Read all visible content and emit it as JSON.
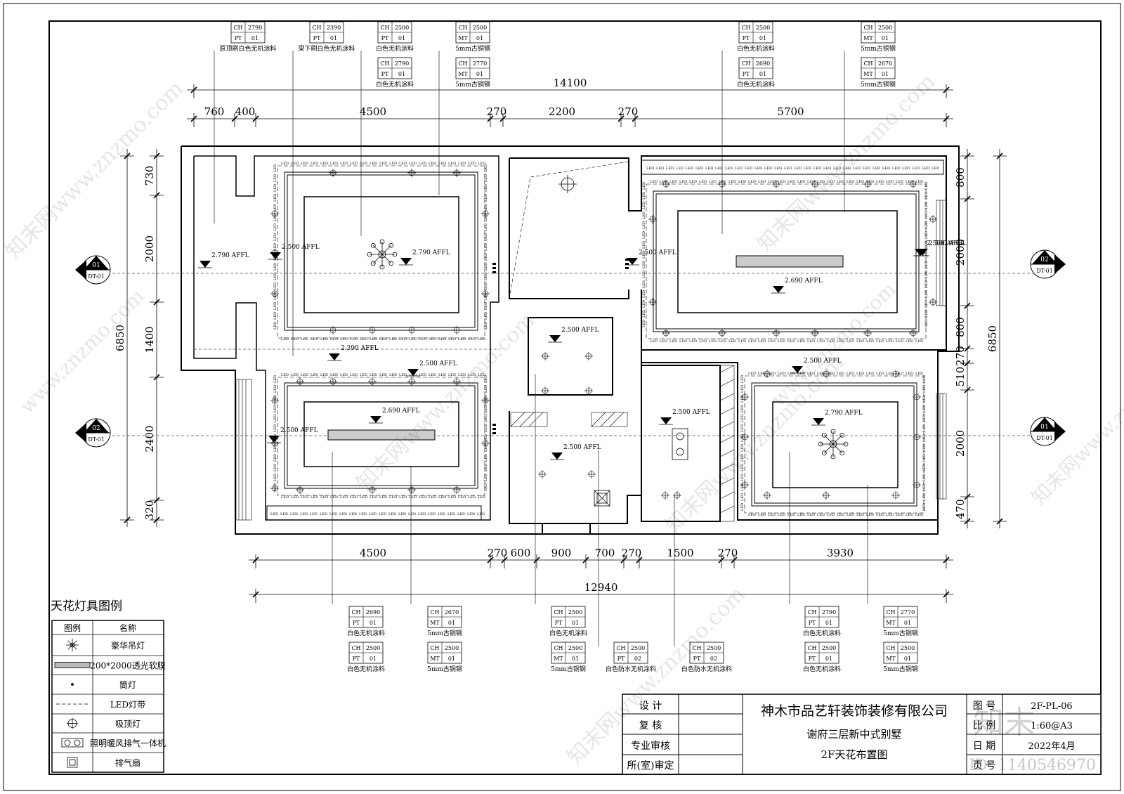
{
  "dimensions": {
    "top_total": "14100",
    "top_segments": [
      "760",
      "400",
      "4500",
      "270",
      "2200",
      "270",
      "5700"
    ],
    "bottom_segments": [
      "4500",
      "270",
      "600",
      "900",
      "700",
      "270",
      "1500",
      "270",
      "3930"
    ],
    "bottom_total": "12940",
    "left_segments": [
      "730",
      "2000",
      "1400",
      "2400",
      "320"
    ],
    "left_total": "6850",
    "right_segments": [
      "800",
      "2000",
      "800",
      "270",
      "510",
      "2000",
      "470"
    ],
    "right_total": "6850"
  },
  "section_marks": {
    "left_upper": {
      "num": "01",
      "ref": "DT-01"
    },
    "left_lower": {
      "num": "02",
      "ref": "DT-01"
    },
    "right_upper": {
      "num": "02",
      "ref": "DT-01"
    },
    "right_lower": {
      "num": "01",
      "ref": "DT-01"
    }
  },
  "elevations": [
    "2.790 AFFL",
    "2.500 AFFL",
    "2.790 AFFL",
    "2.500 AFFL",
    "2.500 AFFL",
    "2.690 AFFL",
    "2.500 AFFL",
    "2.390 AFFL",
    "2.500 AFFL",
    "2.500 AFFL",
    "2.690 AFFL",
    "2.500 AFFL",
    "2.500 AFFL",
    "2.500 AFFL",
    "2.790 AFFL",
    "2.500 AFFL"
  ],
  "led_label": "LED",
  "material_tags_top": [
    {
      "ch": "2790",
      "type": "PT",
      "code": "01",
      "desc": "原顶刷白色无机涂料"
    },
    {
      "ch": "2390",
      "type": "PT",
      "code": "01",
      "desc": "梁下刷白色无机涂料"
    },
    {
      "ch": "2500",
      "type": "PT",
      "code": "01",
      "desc": "白色无机涂料"
    },
    {
      "ch": "2500",
      "type": "MT",
      "code": "01",
      "desc": "5mm古铜钢"
    },
    {
      "ch": "2790",
      "type": "PT",
      "code": "01",
      "desc": "白色无机涂料"
    },
    {
      "ch": "2770",
      "type": "MT",
      "code": "01",
      "desc": "5mm古铜钢"
    },
    {
      "ch": "2500",
      "type": "PT",
      "code": "01",
      "desc": "白色无机涂料"
    },
    {
      "ch": "2500",
      "type": "MT",
      "code": "01",
      "desc": "5mm古铜钢"
    },
    {
      "ch": "2690",
      "type": "PT",
      "code": "01",
      "desc": "白色无机涂料"
    },
    {
      "ch": "2670",
      "type": "MT",
      "code": "01",
      "desc": "5mm古铜钢"
    }
  ],
  "material_tags_bottom": [
    {
      "ch": "2690",
      "type": "PT",
      "code": "01",
      "desc": "白色无机涂料"
    },
    {
      "ch": "2670",
      "type": "MT",
      "code": "01",
      "desc": "5mm古铜钢"
    },
    {
      "ch": "2500",
      "type": "PT",
      "code": "01",
      "desc": "白色无机涂料"
    },
    {
      "ch": "2790",
      "type": "PT",
      "code": "01",
      "desc": "白色无机涂料"
    },
    {
      "ch": "2770",
      "type": "MT",
      "code": "01",
      "desc": "5mm古铜钢"
    },
    {
      "ch": "2500",
      "type": "PT",
      "code": "01",
      "desc": "白色无机涂料"
    },
    {
      "ch": "2500",
      "type": "MT",
      "code": "01",
      "desc": "5mm古铜钢"
    },
    {
      "ch": "2500",
      "type": "MT",
      "code": "01",
      "desc": "5mm古铜钢"
    },
    {
      "ch": "2500",
      "type": "PT",
      "code": "02",
      "desc": "白色防水无机涂料"
    },
    {
      "ch": "2500",
      "type": "PT",
      "code": "02",
      "desc": "白色防水无机涂料"
    },
    {
      "ch": "2500",
      "type": "PT",
      "code": "01",
      "desc": "白色无机涂料"
    },
    {
      "ch": "2500",
      "type": "MT",
      "code": "01",
      "desc": "5mm古铜钢"
    }
  ],
  "legend": {
    "title": "天花灯具图例",
    "col_symbol": "图例",
    "col_name": "名称",
    "items": [
      "豪华吊灯",
      "200*2000透光软膜",
      "筒灯",
      "LED灯带",
      "吸顶灯",
      "照明暖风排气一体机",
      "排气扇"
    ]
  },
  "title_block": {
    "labels": [
      "设  计",
      "复  核",
      "专业审核",
      "所(室)审定"
    ],
    "company": "神木市品艺轩装饰装修有限公司",
    "project": "谢府三层新中式别墅",
    "drawing_name": "2F天花布置图",
    "right_labels": [
      "图  号",
      "比  例",
      "日  期",
      "页  号"
    ],
    "right_values": [
      "2F-PL-06",
      "1:60@A3",
      "2022年4月",
      ""
    ]
  },
  "watermarks": {
    "site": "www.znzmo.com",
    "brand_cn": "知末网",
    "logo_text": "知末",
    "id_text": "ID: 1140546970"
  }
}
